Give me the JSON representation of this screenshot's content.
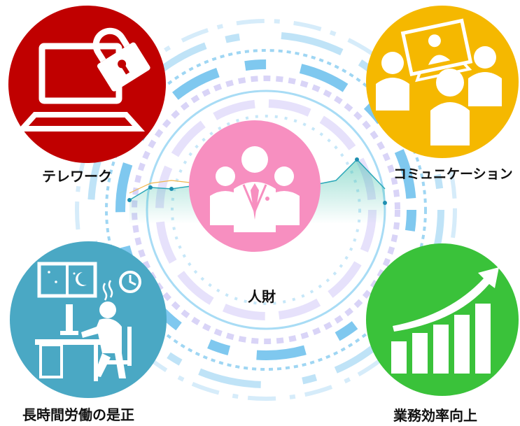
{
  "items": [
    {
      "key": "telework",
      "label": "テレワーク",
      "icon": "laptop-lock-icon",
      "color": "#c00000"
    },
    {
      "key": "communication",
      "label": "コミュニケーション",
      "icon": "video-meeting-icon",
      "color": "#f5b800"
    },
    {
      "key": "human_resources",
      "label": "人財",
      "icon": "business-people-icon",
      "color": "#f78fc0"
    },
    {
      "key": "work_hours",
      "label": "長時間労働の是正",
      "icon": "overtime-worker-icon",
      "color": "#4aa8c4"
    },
    {
      "key": "efficiency",
      "label": "業務効率向上",
      "icon": "growth-chart-icon",
      "color": "#3ac23a"
    }
  ]
}
